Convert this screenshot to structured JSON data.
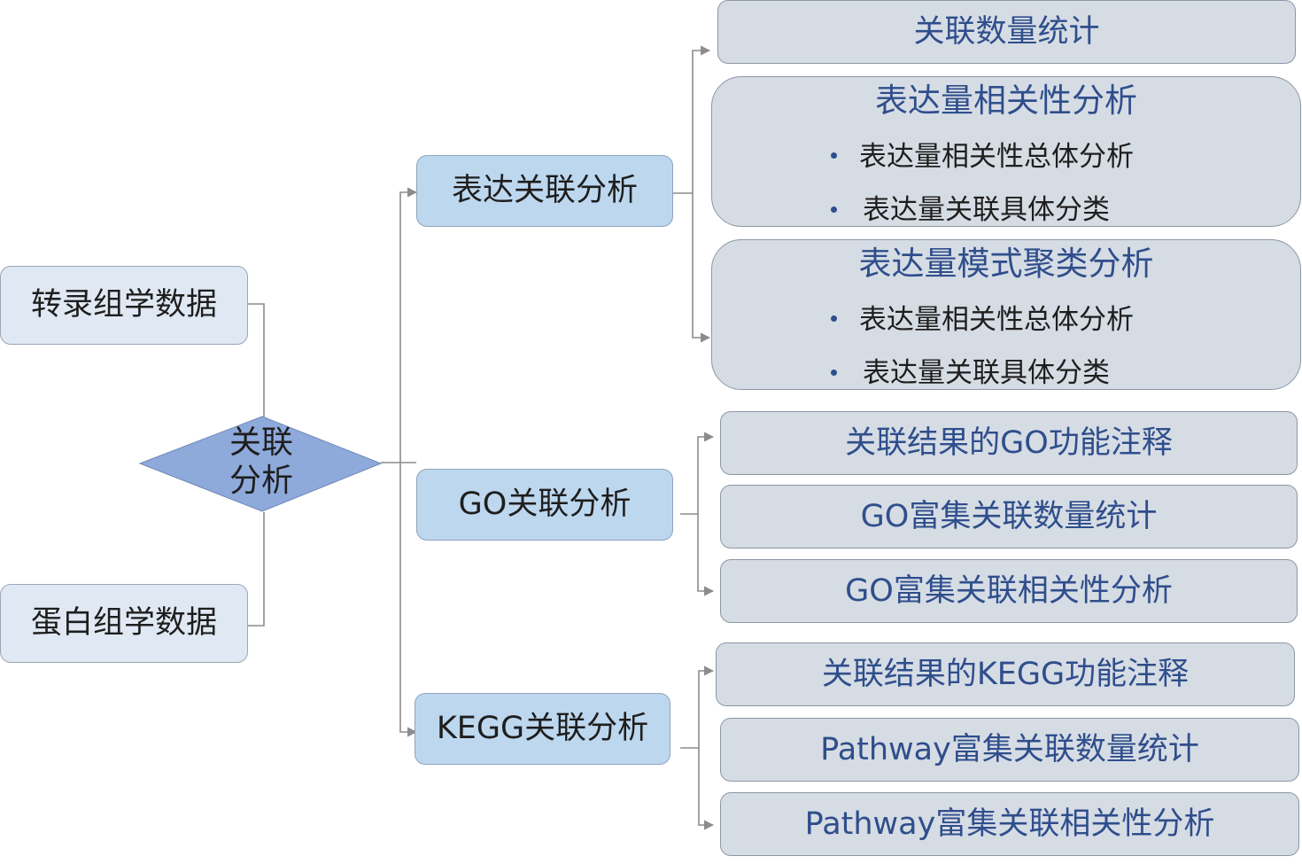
{
  "sources": {
    "transcriptome": "转录组学数据",
    "proteome": "蛋白组学数据"
  },
  "center": {
    "line1": "关联",
    "line2": "分析"
  },
  "branches": {
    "expression": "表达关联分析",
    "go": "GO关联分析",
    "kegg": "KEGG关联分析"
  },
  "expression_children": {
    "count_stats": "关联数量统计",
    "correlation": {
      "title": "表达量相关性分析",
      "items": [
        "表达量相关性总体分析",
        "表达量关联具体分类"
      ]
    },
    "clustering": {
      "title": "表达量模式聚类分析",
      "items": [
        "表达量相关性总体分析",
        "表达量关联具体分类"
      ]
    }
  },
  "go_children": [
    "关联结果的GO功能注释",
    "GO富集关联数量统计",
    "GO富集关联相关性分析"
  ],
  "kegg_children": [
    "关联结果的KEGG功能注释",
    "Pathway富集关联数量统计",
    "Pathway富集关联相关性分析"
  ],
  "colors": {
    "diamond_fill": "#8eaadb",
    "branch_fill": "#bdd7ee",
    "source_fill": "#dfe8f3",
    "leaf_fill": "#d6dce4",
    "leaf_text": "#2f4e8c",
    "connector": "#8c8c8c"
  }
}
